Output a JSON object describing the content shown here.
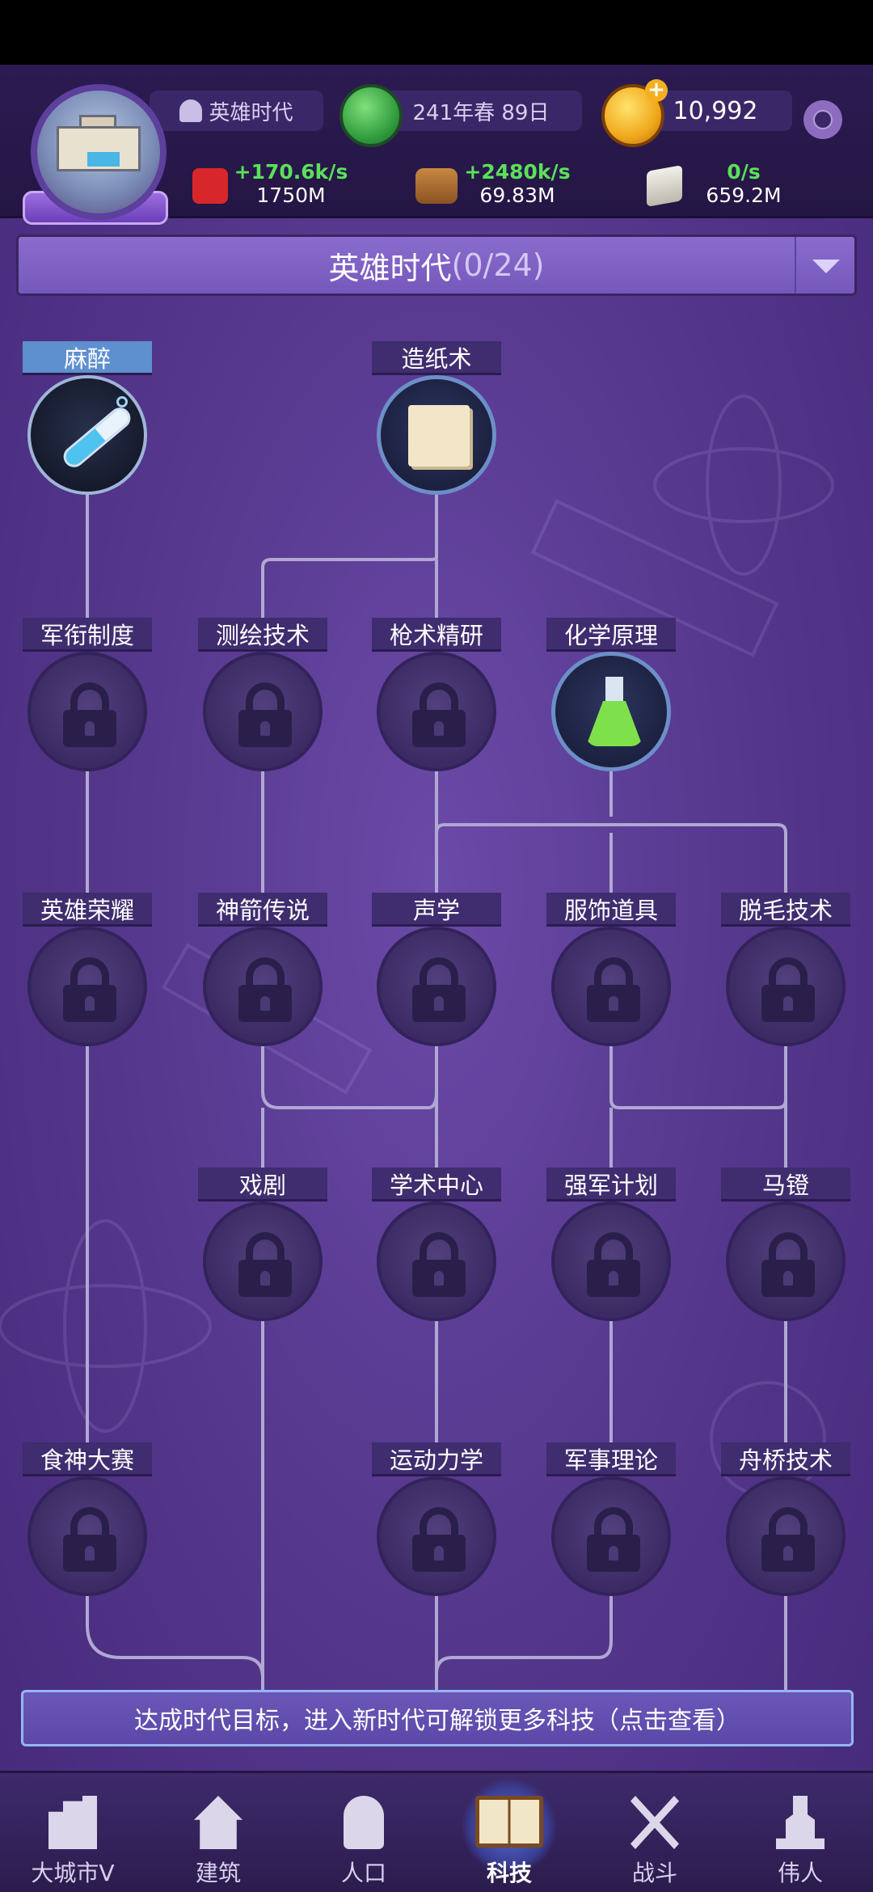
{
  "header": {
    "era_label": "英雄时代",
    "date_label": "241年春 89日",
    "gold": "10,992"
  },
  "resources": [
    {
      "icon": "apple-icon",
      "rate": "+170.6k/s",
      "amount": "1750M"
    },
    {
      "icon": "wood-icon",
      "rate": "+2480k/s",
      "amount": "69.83M"
    },
    {
      "icon": "stone-icon",
      "rate": "0/s",
      "amount": "659.2M"
    }
  ],
  "era_bar": {
    "title": "英雄时代",
    "count": "(0/24)"
  },
  "techs": {
    "mazui": "麻醉",
    "zaozhishu": "造纸术",
    "junxianzhidu": "军衔制度",
    "cehuijishu": "测绘技术",
    "qiangshujingyan": "枪术精研",
    "huaxueyuanli": "化学原理",
    "yingxiongrongyao": "英雄荣耀",
    "shenjianchuanshuo": "神箭传说",
    "shengxue": "声学",
    "fushidaoju": "服饰道具",
    "tuomaojishu": "脱毛技术",
    "xiju": "戏剧",
    "xueshuzhongxin": "学术中心",
    "qiangjunjihua": "强军计划",
    "madeng": "马镫",
    "shishendasai": "食神大赛",
    "yundonglixue": "运动力学",
    "junshililun": "军事理论",
    "zhouqiaojishu": "舟桥技术"
  },
  "banner": "达成时代目标，进入新时代可解锁更多科技（点击查看）",
  "nav": [
    {
      "label": "大城市V",
      "icon": "city-icon"
    },
    {
      "label": "建筑",
      "icon": "house-icon"
    },
    {
      "label": "人口",
      "icon": "person-icon"
    },
    {
      "label": "科技",
      "icon": "book-icon"
    },
    {
      "label": "战斗",
      "icon": "swords-icon"
    },
    {
      "label": "伟人",
      "icon": "statue-icon"
    }
  ],
  "colors": {
    "accent": "#8a6ccd",
    "rate_green": "#5be05a",
    "active_label": "#5e8fcf"
  }
}
